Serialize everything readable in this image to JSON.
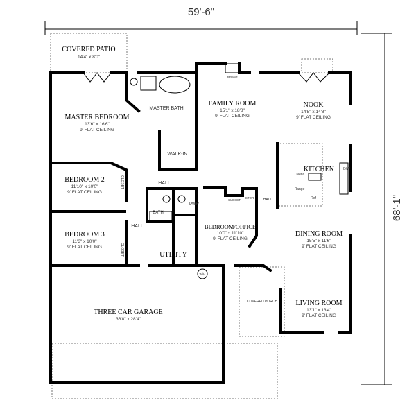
{
  "overall": {
    "width": "59'-6\"",
    "depth": "68'-1\""
  },
  "rooms": {
    "patio": {
      "name": "COVERED PATIO",
      "size": "14'4\" x 8'0\""
    },
    "master": {
      "name": "MASTER BEDROOM",
      "size": "13'6\" x 16'6\"",
      "ceiling": "9' FLAT CEILING"
    },
    "master_bath": {
      "name": "MASTER BATH"
    },
    "walkin": {
      "name": "WALK-IN"
    },
    "family": {
      "name": "FAMILY ROOM",
      "size": "15'1\" x 18'8\"",
      "ceiling": "9' FLAT CEILING"
    },
    "fireplace": {
      "name": "fireplace"
    },
    "nook": {
      "name": "NOOK",
      "size": "14'5\" x 14'8\"",
      "ceiling": "9' FLAT CEILING"
    },
    "kitchen": {
      "name": "KITCHEN",
      "ovens": "Ovens",
      "range": "Range",
      "ref": "Ref",
      "dw": "D/W"
    },
    "bed2": {
      "name": "BEDROOM 2",
      "size": "11'10\" x 10'0\"",
      "ceiling": "9' FLAT CEILING",
      "closet": "CLOSET"
    },
    "bed3": {
      "name": "BEDROOM 3",
      "size": "11'3\" x 10'0\"",
      "ceiling": "9' FLAT CEILING",
      "closet": "CLOSET"
    },
    "hall_top": {
      "name": "HALL"
    },
    "hall_left": {
      "name": "HALL"
    },
    "hall_right": {
      "name": "HALL"
    },
    "bath": {
      "name": "BATH"
    },
    "pwr": {
      "name": "PWR"
    },
    "utility": {
      "name": "UTILITY"
    },
    "wh": {
      "name": "W/H"
    },
    "office": {
      "name": "BEDROOM/OFFICE",
      "size": "10'0\" x 11'10\"",
      "ceiling": "9' FLAT CEILING",
      "closet": "CLOSET",
      "stor": "STOR"
    },
    "dining": {
      "name": "DINING ROOM",
      "size": "15'5\" x 11'6\"",
      "ceiling": "9' FLAT CEILING"
    },
    "living": {
      "name": "LIVING ROOM",
      "size": "13'1\" x 13'4\"",
      "ceiling": "9' FLAT CEILING"
    },
    "porch": {
      "name": "COVERED PORCH"
    },
    "garage": {
      "name": "THREE CAR GARAGE",
      "size": "36'8\" x 28'4\""
    }
  }
}
